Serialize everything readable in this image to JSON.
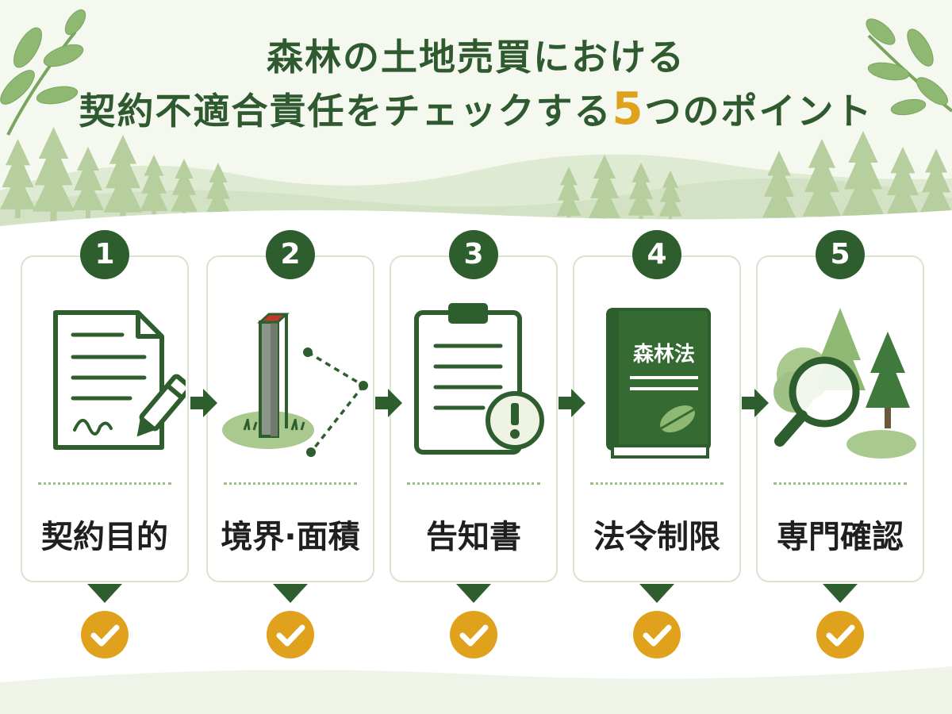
{
  "title": {
    "line1": "森林の土地売買における",
    "line2_prefix": "契約不適合責任をチェックする",
    "line2_number": "5",
    "line2_suffix": "つのポイント"
  },
  "steps": [
    {
      "number": "1",
      "label": "契約目的",
      "icon": "contract-document-icon"
    },
    {
      "number": "2",
      "label": "境界·面積",
      "icon": "boundary-marker-icon"
    },
    {
      "number": "3",
      "label": "告知書",
      "icon": "clipboard-warning-icon"
    },
    {
      "number": "4",
      "label": "法令制限",
      "icon": "law-book-icon",
      "book_title": "森林法"
    },
    {
      "number": "5",
      "label": "専門確認",
      "icon": "forest-magnifier-icon"
    }
  ],
  "colors": {
    "primary_green": "#2f5e2e",
    "accent_gold": "#e0a21c",
    "light_green": "#8fb873",
    "background": "#f4f8ef"
  }
}
